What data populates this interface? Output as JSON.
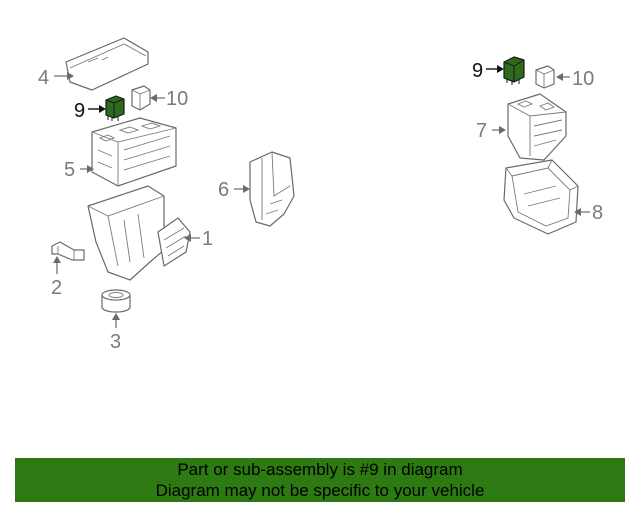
{
  "callouts": {
    "c1": "1",
    "c2": "2",
    "c3": "3",
    "c4": "4",
    "c5": "5",
    "c6": "6",
    "c7": "7",
    "c8": "8",
    "c9_left": "9",
    "c9_right": "9",
    "c10_left": "10",
    "c10_right": "10"
  },
  "banner": {
    "line1": "Part or sub-assembly is #9 in diagram",
    "line2": "Diagram may not be specific to your vehicle"
  },
  "colors": {
    "banner_background": "#2d7a12",
    "highlighted_part": "#2d6a1c",
    "line_art": "#6a6a6a"
  }
}
